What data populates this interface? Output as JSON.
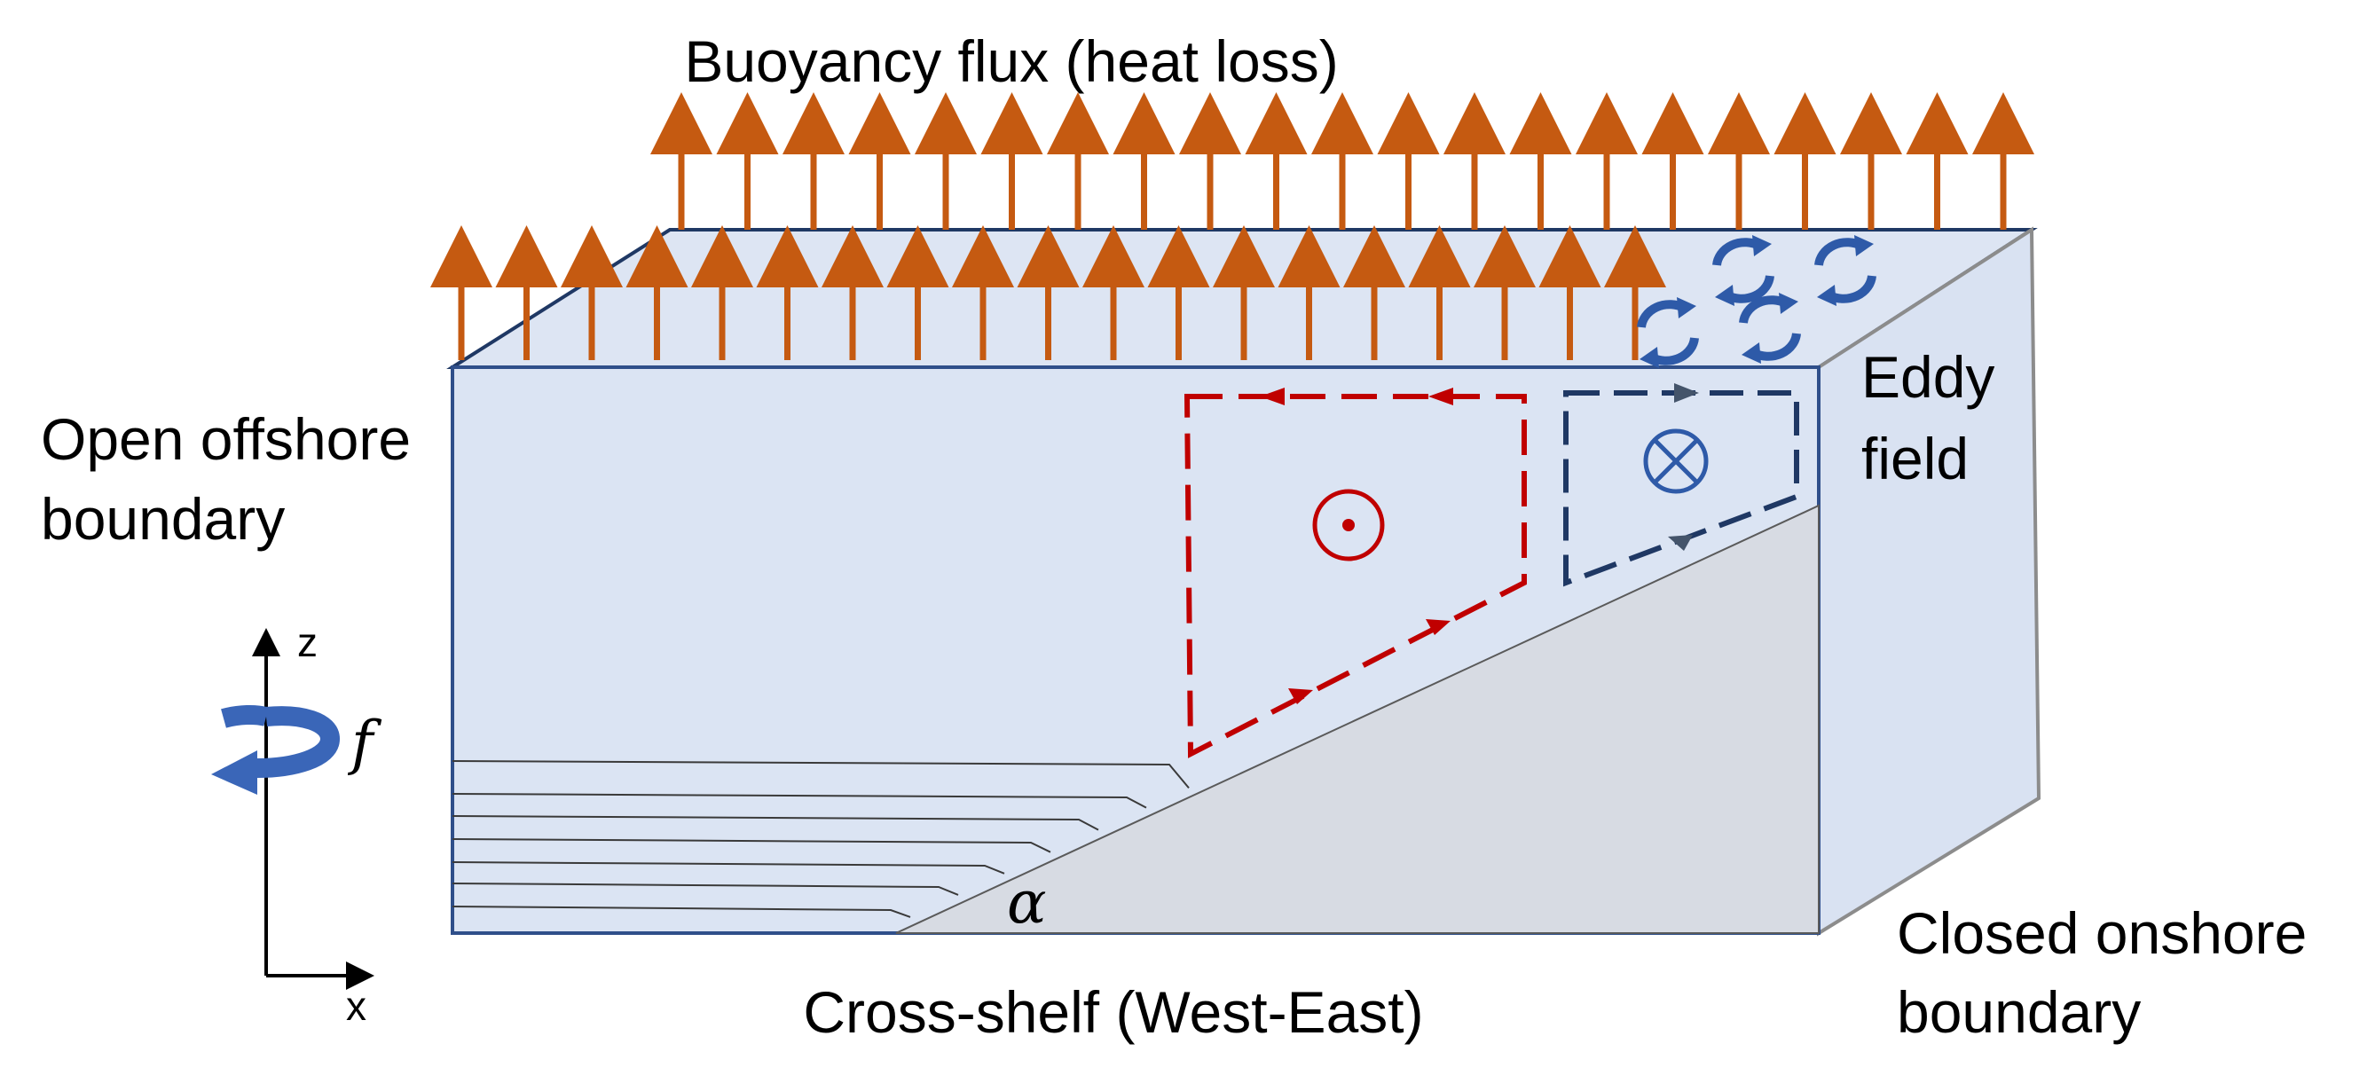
{
  "labels": {
    "top": "Buoyancy flux (heat loss)",
    "left_line1": "Open offshore",
    "left_line2": "boundary",
    "eddy_line1": "Eddy",
    "eddy_line2": "field",
    "bottom": "Cross-shelf (West-East)",
    "right_line1": "Closed onshore",
    "right_line2": "boundary"
  },
  "axes": {
    "z": "z",
    "x": "x",
    "rotation": "f"
  },
  "slope_angle": "α",
  "colors": {
    "box_face": "#dbe4f3",
    "box_top": "#dde5f3",
    "box_side": "#d9e2f2",
    "box_edge": "#2f4f8a",
    "slope": "#d7dbe3",
    "flux_arrow": "#c55a11",
    "overturning_cell": "#c00000",
    "eddy_cell": "#1f3864",
    "eddy_icon": "#2e5aa8",
    "rotation_arrow": "#3a66b8"
  }
}
